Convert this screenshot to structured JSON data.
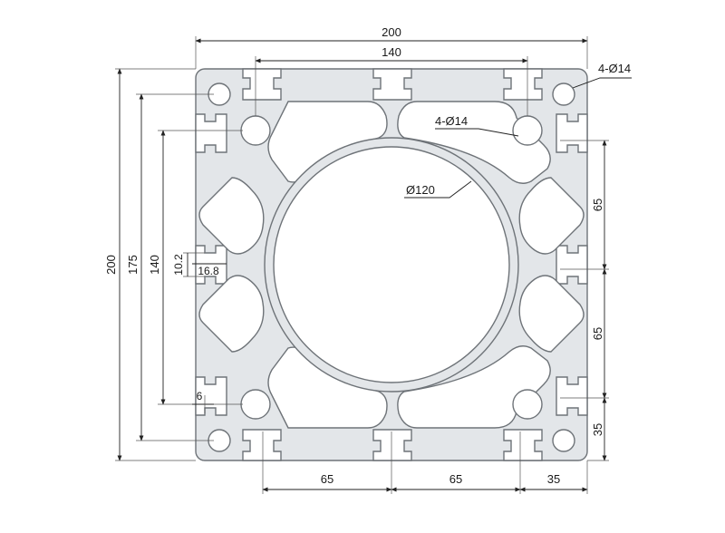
{
  "dimensions": {
    "overall_width": "200",
    "top_pitch": "140",
    "overall_height": "200",
    "height_175": "175",
    "height_140": "140",
    "slot_depth": "10.2",
    "slot_width": "16.8",
    "wall_thickness": "6",
    "bottom_pitch_left": "65",
    "bottom_pitch_mid": "65",
    "bottom_pitch_right": "35",
    "right_pitch_upper": "65",
    "right_pitch_middle": "65",
    "right_pitch_lower": "35"
  },
  "callouts": {
    "outer_holes": "4-Ø14",
    "inner_holes": "4-Ø14",
    "center_bore": "Ø120"
  },
  "colors": {
    "profile_fill": "#e3e6e9",
    "profile_stroke": "#6e7378",
    "dimension_line": "#222222"
  }
}
